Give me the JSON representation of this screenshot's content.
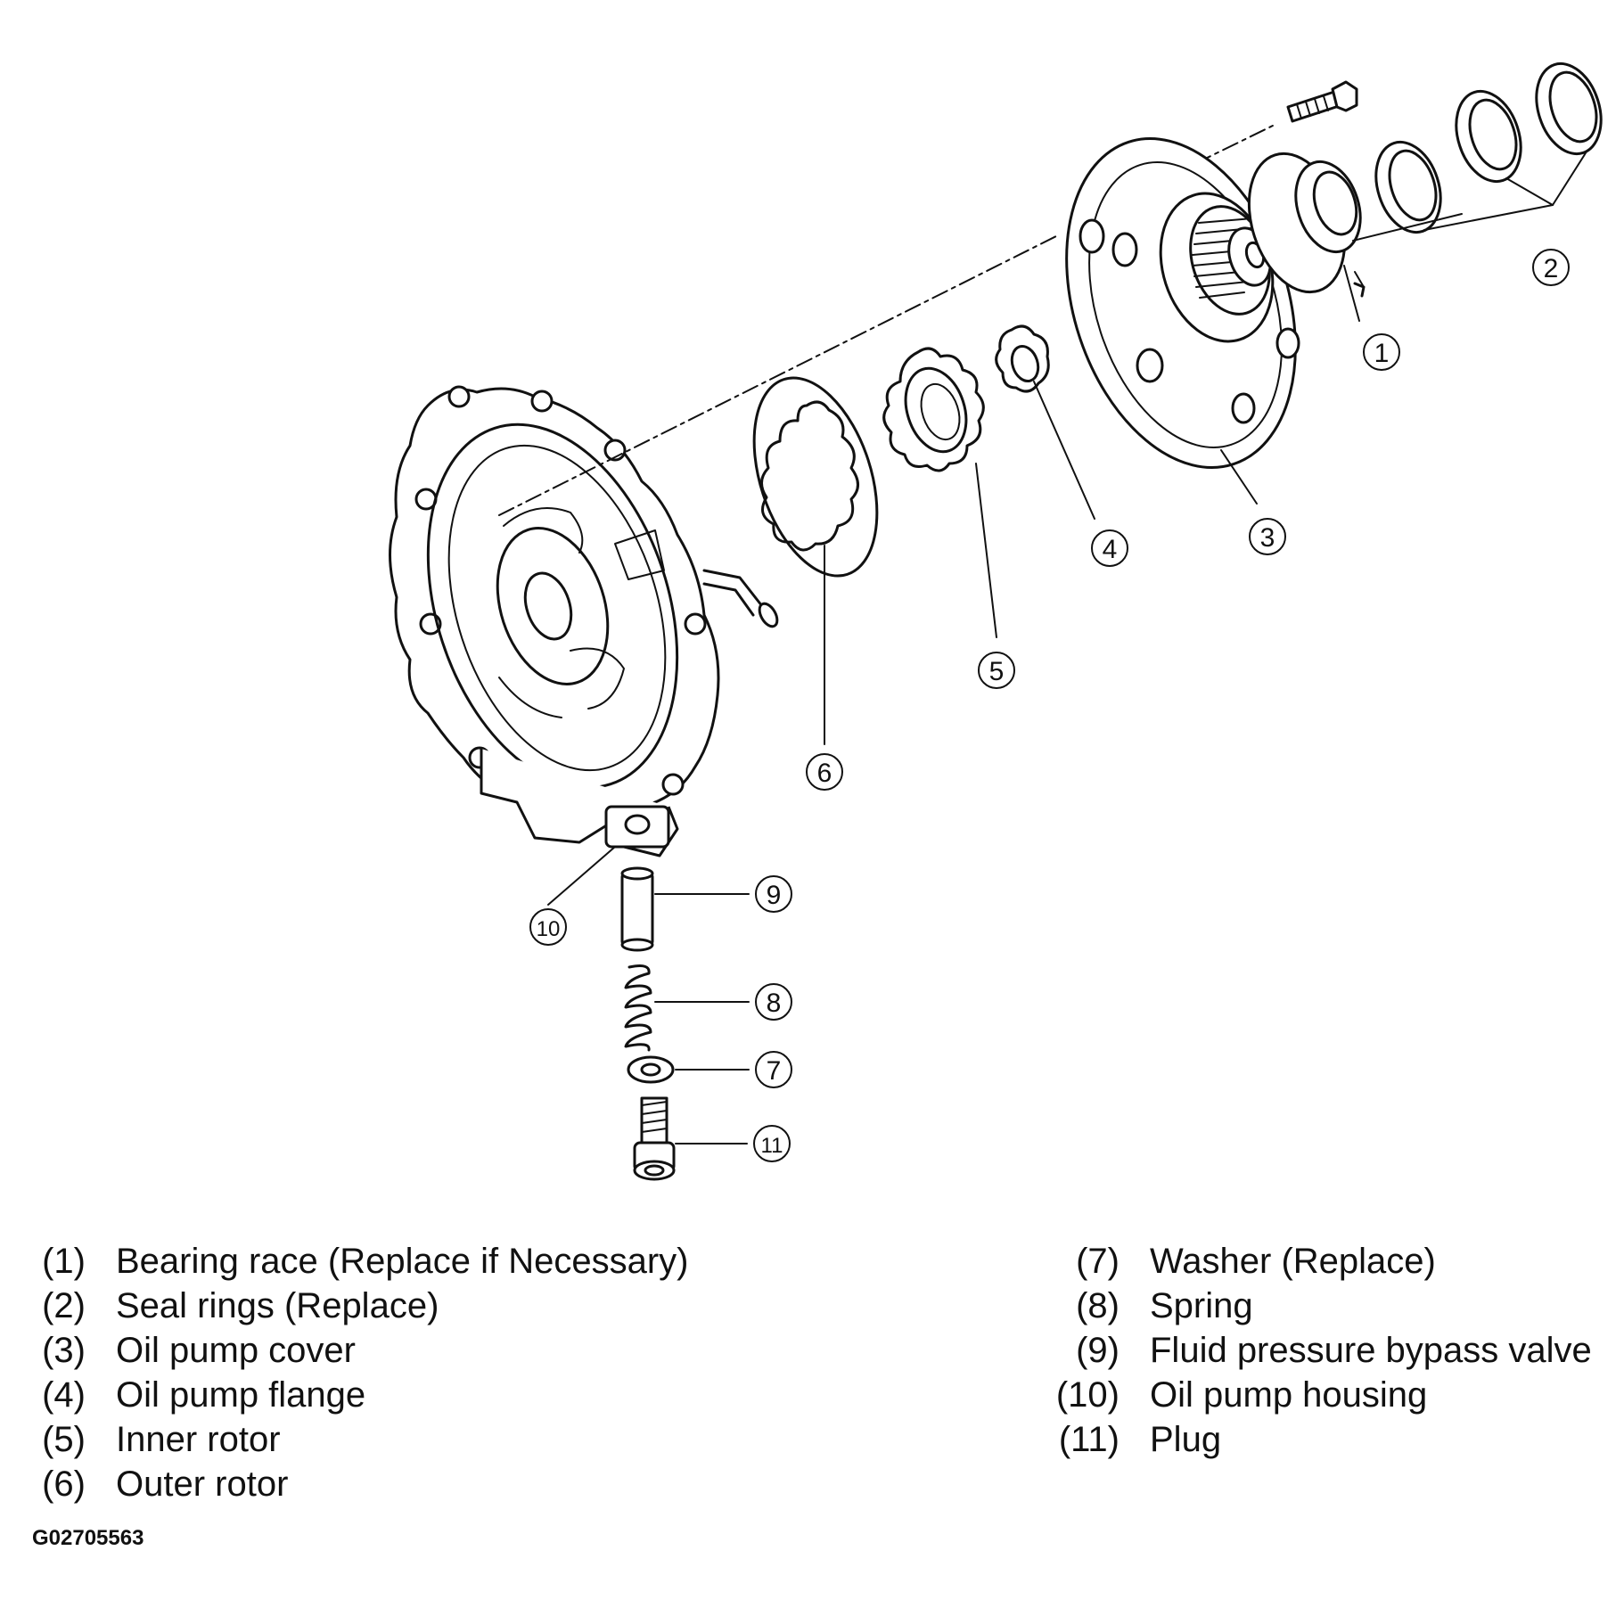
{
  "callouts": [
    "1",
    "2",
    "3",
    "4",
    "5",
    "6",
    "7",
    "8",
    "9",
    "10",
    "11"
  ],
  "legend_left": [
    {
      "num": "(1)",
      "text": "Bearing race (Replace if Necessary)"
    },
    {
      "num": "(2)",
      "text": "Seal rings (Replace)"
    },
    {
      "num": "(3)",
      "text": "Oil pump cover"
    },
    {
      "num": "(4)",
      "text": "Oil pump flange"
    },
    {
      "num": "(5)",
      "text": "Inner rotor"
    },
    {
      "num": "(6)",
      "text": "Outer rotor"
    }
  ],
  "legend_right": [
    {
      "num": "(7)",
      "text": "Washer (Replace)"
    },
    {
      "num": "(8)",
      "text": "Spring"
    },
    {
      "num": "(9)",
      "text": "Fluid pressure bypass valve"
    },
    {
      "num": "(10)",
      "text": "Oil pump housing"
    },
    {
      "num": "(11)",
      "text": "Plug"
    }
  ],
  "figure_code": "G02705563"
}
